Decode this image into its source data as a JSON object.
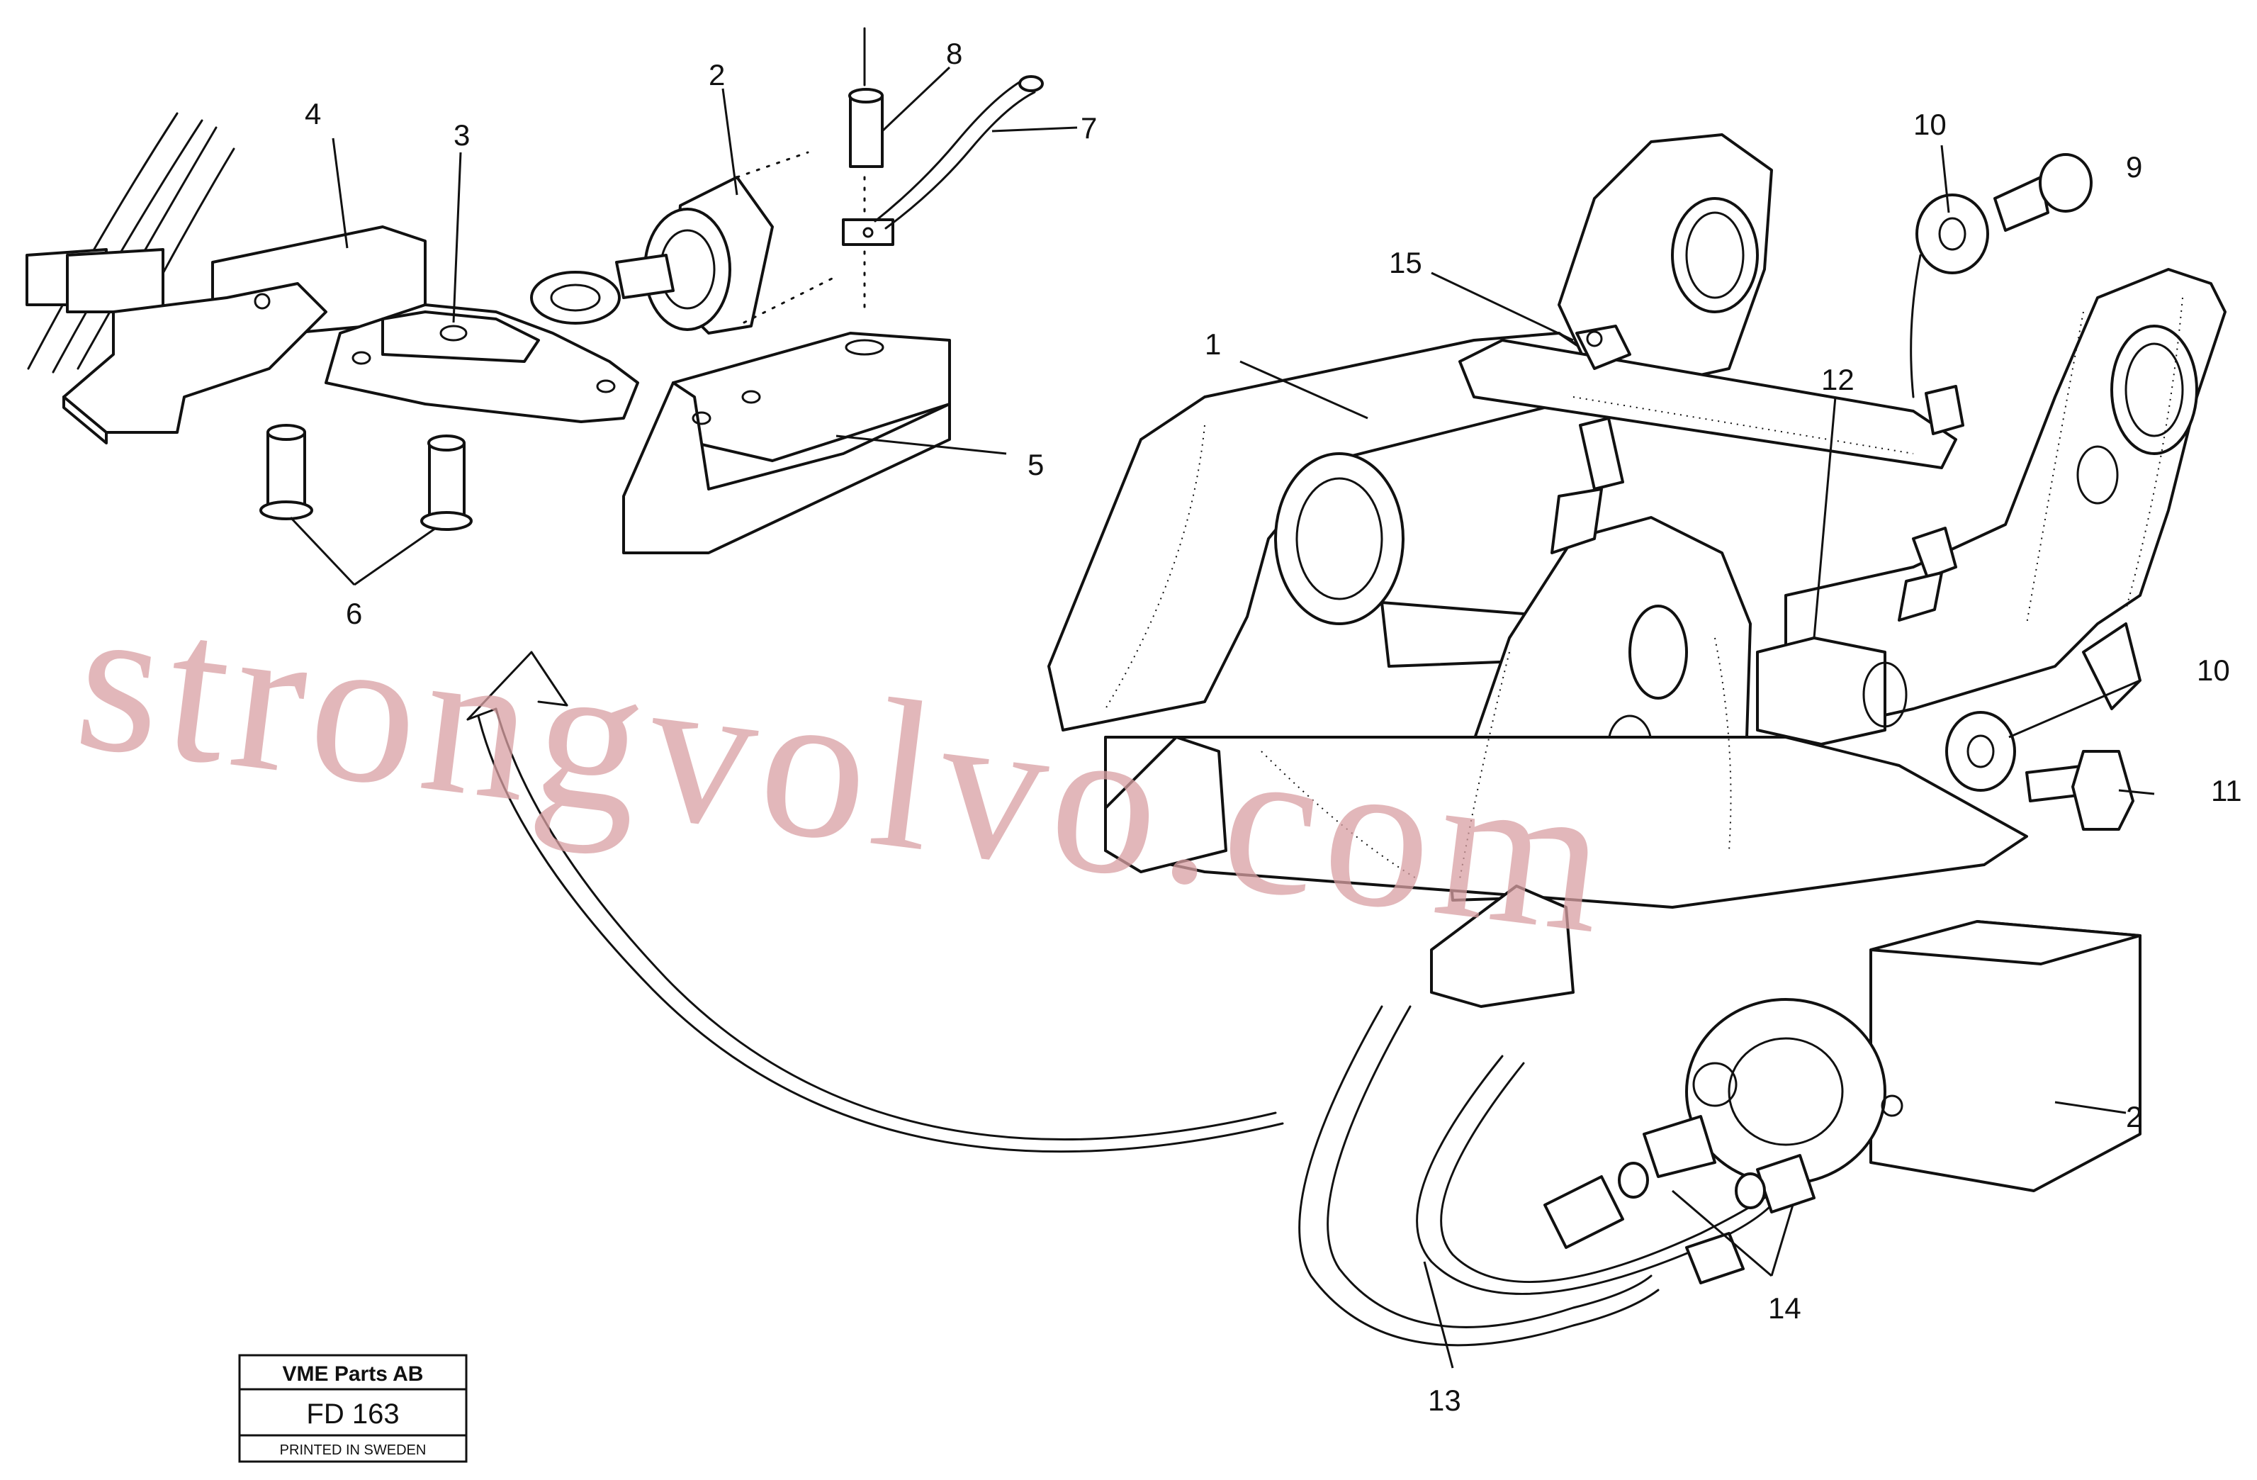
{
  "callouts": [
    {
      "id": "c1",
      "label": "1"
    },
    {
      "id": "c2a",
      "label": "2"
    },
    {
      "id": "c2b",
      "label": "2"
    },
    {
      "id": "c3",
      "label": "3"
    },
    {
      "id": "c4",
      "label": "4"
    },
    {
      "id": "c5",
      "label": "5"
    },
    {
      "id": "c6",
      "label": "6"
    },
    {
      "id": "c7",
      "label": "7"
    },
    {
      "id": "c8",
      "label": "8"
    },
    {
      "id": "c9",
      "label": "9"
    },
    {
      "id": "c10a",
      "label": "10"
    },
    {
      "id": "c10b",
      "label": "10"
    },
    {
      "id": "c11",
      "label": "11"
    },
    {
      "id": "c12",
      "label": "12"
    },
    {
      "id": "c13",
      "label": "13"
    },
    {
      "id": "c14",
      "label": "14"
    },
    {
      "id": "c15",
      "label": "15"
    }
  ],
  "watermark": "strongvolvo.com",
  "title_block": {
    "company": "VME Parts AB",
    "code": "FD 163",
    "printed": "PRINTED IN SWEDEN"
  }
}
